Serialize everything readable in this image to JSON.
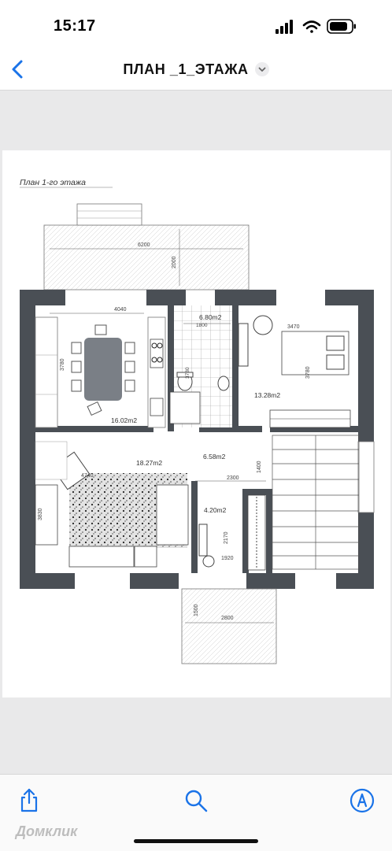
{
  "status": {
    "time": "15:17"
  },
  "nav": {
    "title": "ПЛАН _1_ЭТАЖА"
  },
  "plan": {
    "caption": "План 1-го этажа",
    "dims": {
      "d6200": "6200",
      "d2000": "2000",
      "d4040": "4040",
      "d1800": "1800",
      "d3470": "3470",
      "d3780a": "3780",
      "d3780b": "3780",
      "d3780c": "3780",
      "d2300": "2300",
      "d1400": "1400",
      "d4740": "4740",
      "d3830": "3830",
      "d2170": "2170",
      "d1920": "1920",
      "d1500": "1500",
      "d2800": "2800"
    },
    "areas": {
      "kitchen": "16.02m2",
      "bath": "6.80m2",
      "bedroom": "13.28m2",
      "living": "18.27m2",
      "hall": "6.58m2",
      "corridor": "4.20m2"
    }
  },
  "toolbar": {
    "share_icon": "share-icon",
    "search_icon": "search-icon",
    "markup_icon": "markup-icon",
    "watermark": "Домклик"
  },
  "colors": {
    "accent": "#1a73e8",
    "wall": "#4a4f55"
  }
}
